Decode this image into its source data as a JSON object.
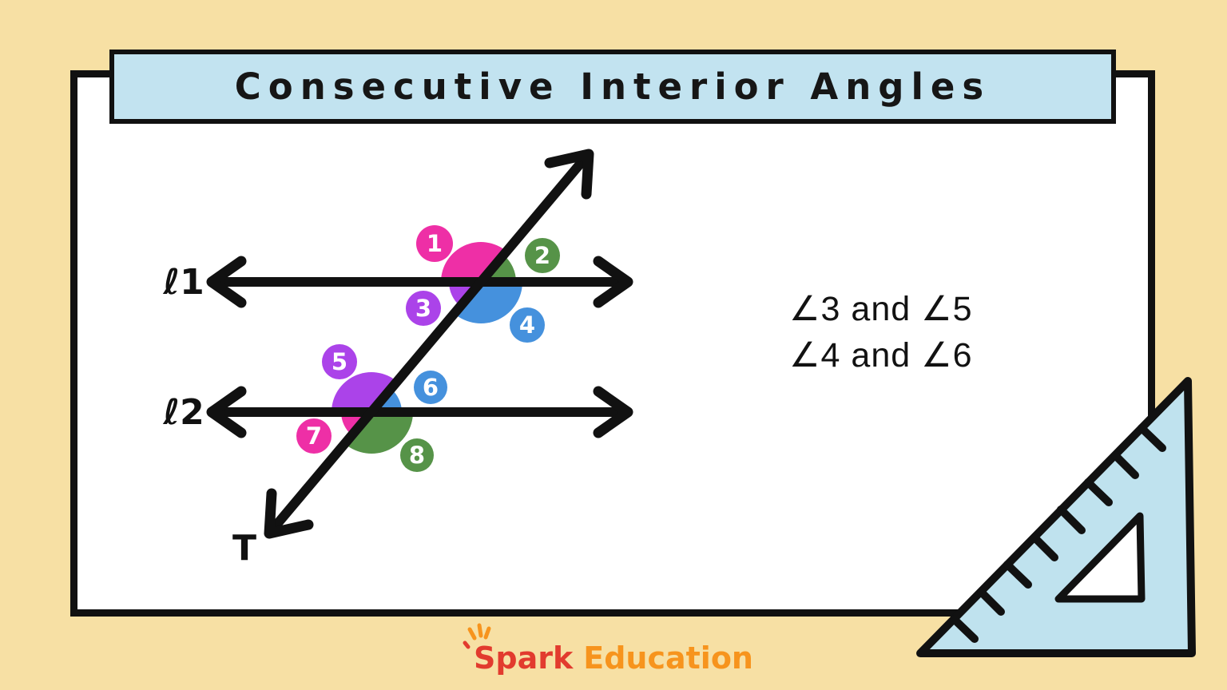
{
  "title": "Consecutive Interior Angles",
  "diagram": {
    "line1_label": "ℓ1",
    "line2_label": "ℓ2",
    "transversal_label": "T",
    "angle_labels": [
      "1",
      "2",
      "3",
      "4",
      "5",
      "6",
      "7",
      "8"
    ]
  },
  "answer": {
    "pair1": "∠3 and ∠5",
    "pair2": "∠4 and ∠6"
  },
  "logo": {
    "spark": "Spark",
    "education": "Education"
  },
  "colors": {
    "background": "#f7e0a4",
    "title_bg": "#c2e3f0",
    "pink": "#ee2fa6",
    "green": "#569348",
    "purple": "#ab43e9",
    "blue": "#4591dd",
    "ruler": "#bfe2ee",
    "spark_red": "#e23b2e",
    "education_orange": "#f7941d"
  }
}
